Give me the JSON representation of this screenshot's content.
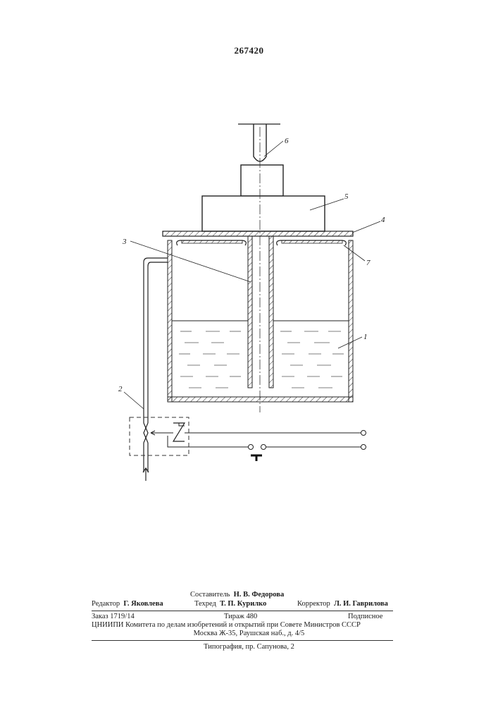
{
  "patent_number": "267420",
  "figure_labels": {
    "l1": "1",
    "l2": "2",
    "l3": "3",
    "l4": "4",
    "l5": "5",
    "l6": "6",
    "l7": "7"
  },
  "footer": {
    "compiler_role": "Составитель",
    "compiler_name": "Н. В. Федорова",
    "editor_role": "Редактор",
    "editor_name": "Г. Яковлева",
    "techred_role": "Техред",
    "techred_name": "Т. П. Курилко",
    "corrector_role": "Корректор",
    "corrector_name": "Л. И. Гаврилова",
    "order": "Заказ 1719/14",
    "circulation": "Тираж 480",
    "subscription": "Подписное",
    "org_line": "ЦНИИПИ Комитета по делам изобретений и открытий при Совете Министров СССР",
    "address": "Москва Ж-35, Раушская наб., д. 4/5",
    "printing": "Типография, пр. Сапунова, 2"
  }
}
